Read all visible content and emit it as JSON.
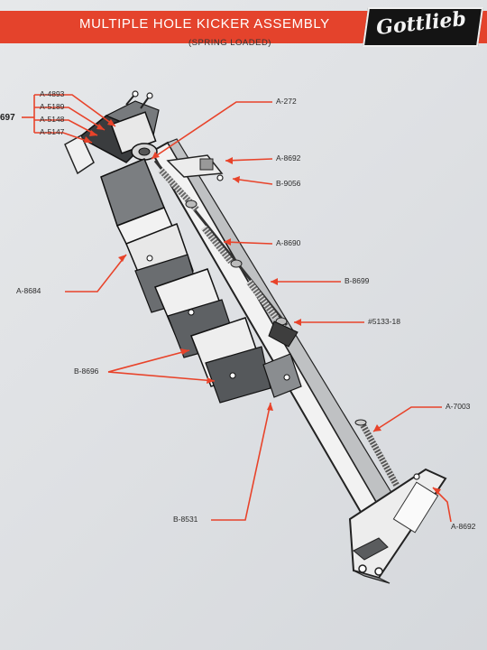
{
  "header": {
    "title": "MULTIPLE HOLE KICKER ASSEMBLY",
    "subtitle": "(SPRING LOADED)",
    "logo": "Gottlieb"
  },
  "side_number": "697",
  "parts": {
    "a4893": "A-4893",
    "a5189": "A-5189",
    "a5148": "A-5148",
    "a5147": "A-5147",
    "a272": "A-272",
    "a8692_top": "A-8692",
    "b9056": "B-9056",
    "a8690": "A-8690",
    "a8684": "A-8684",
    "b8699": "B-8699",
    "n5133_18": "#5133-18",
    "b8696": "B-8696",
    "a7003": "A-7003",
    "b8531": "B-8531",
    "a8692_bottom": "A-8692"
  },
  "colors": {
    "accent": "#e4432c",
    "leader": "#e8432a",
    "ink": "#2a2a2a"
  }
}
